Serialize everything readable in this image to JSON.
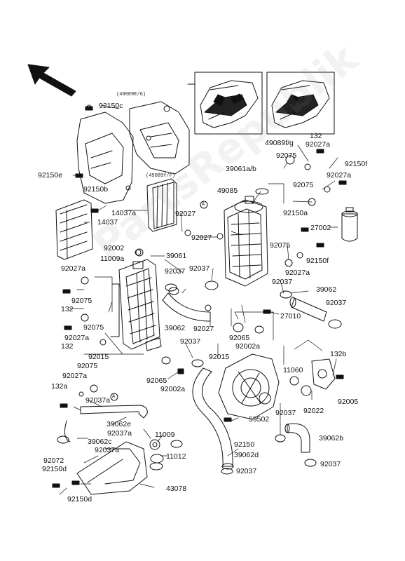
{
  "diagram": {
    "labels": {
      "ref_49089e_g": "(49089E/G)",
      "ref_49089f": "(49089f/F)",
      "l_92150c": "92150c",
      "l_92150e": "92150e",
      "l_92150b": "92150b",
      "l_14037a": "14037a",
      "l_14037": "14037",
      "l_49089fg": "49089f/g",
      "l_132_top": "132",
      "l_92075_a": "92075",
      "l_92027a_a": "92027a",
      "l_39061ab": "39061a/b",
      "l_92150f": "92150f",
      "l_92027a_b": "92027a",
      "l_49085": "49085",
      "l_92075_b": "92075",
      "l_92027_a": "92027",
      "l_92150a": "92150a",
      "l_27002": "27002",
      "l_92002": "92002",
      "l_11009a": "11009a",
      "l_39061": "39061",
      "l_92027_b": "92027",
      "l_92075_c": "92075",
      "l_92150f_b": "92150f",
      "l_92027a_c": "92027a",
      "l_92037_a": "92037",
      "l_92037_b": "92037",
      "l_92027a_d": "92027a",
      "l_92075_d": "92075",
      "l_132_mid": "132",
      "l_39062_a": "39062",
      "l_92037_c": "92037",
      "l_27010": "27010",
      "l_92075_e": "92075",
      "l_39062_b": "39062",
      "l_92027_c": "92027",
      "l_132_b": "132",
      "l_92027a_e": "92027a",
      "l_92065_a": "92065",
      "l_92002a_a": "92002a",
      "l_92037_d": "92037",
      "l_92015_a": "92015",
      "l_92015_b": "92015",
      "l_132b": "132b",
      "l_92075_f": "92075",
      "l_11060": "11060",
      "l_92027a_f": "92027a",
      "l_92065_b": "92065",
      "l_92002a_b": "92002a",
      "l_132a": "132a",
      "l_92022": "92022",
      "l_92005": "92005",
      "l_92037a_a": "92037a",
      "l_59502": "59502",
      "l_92037_e": "92037",
      "l_39062e": "39062e",
      "l_92037a_b": "92037a",
      "l_39062c": "39062c",
      "l_92037a_c": "92037a",
      "l_11009": "11009",
      "l_39062b": "39062b",
      "l_92072": "92072",
      "l_92150d_a": "92150d",
      "l_92150": "92150",
      "l_39062d": "39062d",
      "l_11012": "11012",
      "l_92037_f": "92037",
      "l_92037_g": "92037",
      "l_43078": "43078",
      "l_92150d_b": "92150d",
      "l_marker_a_1": "A",
      "l_marker_a_2": "A"
    }
  }
}
